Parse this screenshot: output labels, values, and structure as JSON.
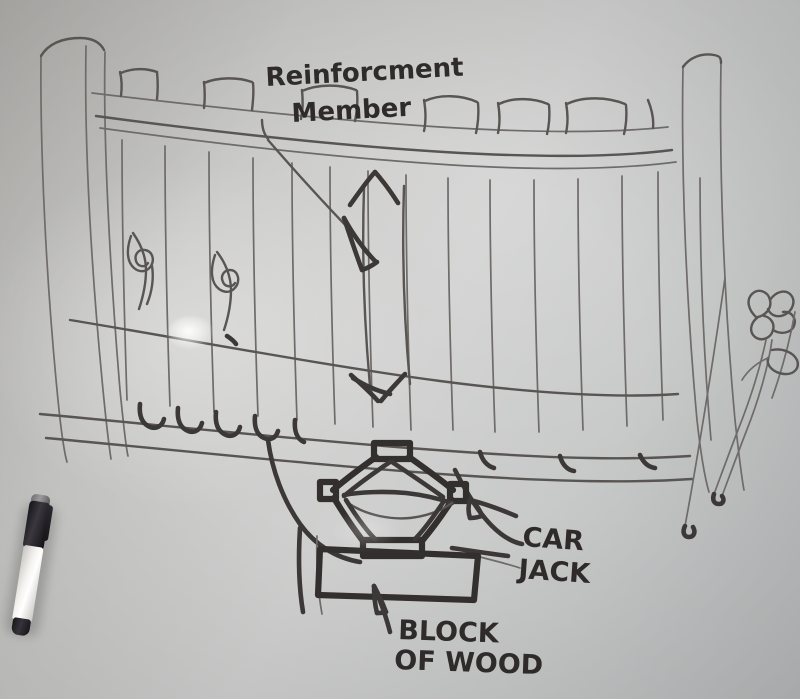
{
  "scene": {
    "medium": "whiteboard-marker-sketch",
    "surface_color": "#c9cac9",
    "ink_color": "#3b3837",
    "title": "Deck reinforcement sketch"
  },
  "annotations": [
    {
      "id": "reinforcement-member",
      "line1": "Reinforcment",
      "line2": "Member",
      "style": "mixed-case-handwriting",
      "points_to": "vertical-reinforcement-post"
    },
    {
      "id": "car-jack",
      "line1": "CAR",
      "line2": "JACK",
      "style": "block-capitals",
      "points_to": "scissor-jack"
    },
    {
      "id": "block-of-wood",
      "line1": "BLOCK",
      "line2": "OF WOOD",
      "style": "block-capitals",
      "points_to": "wood-block-rectangle"
    }
  ],
  "drawn_objects": [
    {
      "name": "deck-railing-top-rail",
      "type": "structure"
    },
    {
      "name": "railing-post-stubs",
      "type": "structure",
      "count": 7
    },
    {
      "name": "balusters",
      "type": "structure",
      "count": 14
    },
    {
      "name": "left-corner-post",
      "type": "structure"
    },
    {
      "name": "right-corner-post",
      "type": "structure"
    },
    {
      "name": "mid-rail",
      "type": "structure"
    },
    {
      "name": "deck-rim-joist",
      "type": "structure"
    },
    {
      "name": "joist-hangers",
      "type": "structure",
      "count": 6
    },
    {
      "name": "vertical-reinforcement-post",
      "type": "structure"
    },
    {
      "name": "wood-grain-knots",
      "type": "detail",
      "count": 2
    },
    {
      "name": "scissor-jack",
      "type": "tool"
    },
    {
      "name": "wood-block-rectangle",
      "type": "support"
    },
    {
      "name": "ground-line",
      "type": "structure"
    },
    {
      "name": "flower-doodle",
      "type": "doodle"
    }
  ],
  "objects": {
    "marker": {
      "name": "whiteboard-marker",
      "cap_color": "#1a181d",
      "barrel_color": "#f2f1ed",
      "tip_color": "#17161a"
    }
  }
}
